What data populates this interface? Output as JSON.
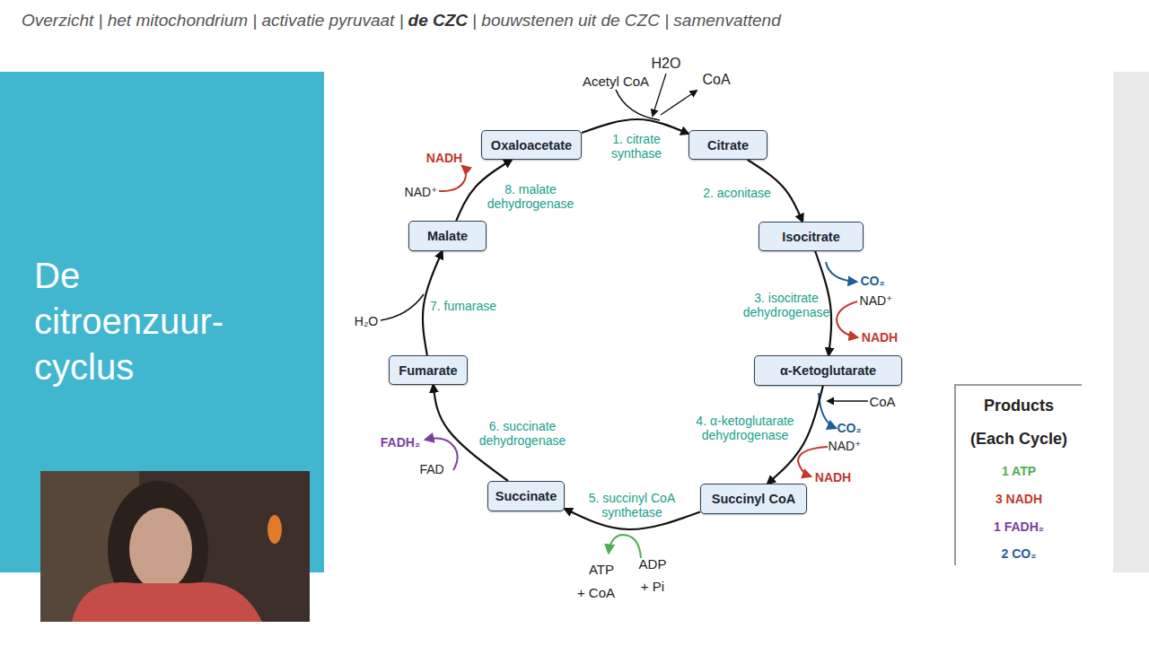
{
  "diagram": {
    "title": "De citroenzuur- cyclus",
    "nodes": [
      {
        "text": [
          "Oxaloacetate"
        ]
      },
      {
        "text": [
          "Citrate"
        ]
      },
      {
        "text": [
          "Isocitrate"
        ]
      },
      {
        "text": [
          "α-Ketoglutarate"
        ]
      },
      {
        "text": [
          "Succinyl CoA"
        ]
      },
      {
        "text": [
          "Succinate"
        ]
      },
      {
        "text": [
          "Fumarate"
        ]
      },
      {
        "text": [
          "Malate"
        ]
      },
      {
        "text": [
          "Products",
          "(Each Cycle)",
          "1 ATP",
          "3 NADH",
          "1 FADH₂",
          "2 CO₂"
        ]
      }
    ],
    "edges": [
      {
        "from": 0,
        "to": 1,
        "label": "1. citrate synthase",
        "arrow": "to"
      },
      {
        "from": 1,
        "to": 2,
        "label": "2. aconitase",
        "arrow": "to"
      },
      {
        "from": 2,
        "to": 3,
        "label": "3. isocitrate dehydrogenase",
        "arrow": "to"
      },
      {
        "from": 3,
        "to": 4,
        "label": "4. α-ketoglutarate dehydrogenase",
        "arrow": "to"
      },
      {
        "from": 4,
        "to": 5,
        "label": "5. succinyl CoA synthetase",
        "arrow": "to"
      },
      {
        "from": 5,
        "to": 6,
        "label": "6. succinate dehydrogenase",
        "arrow": "to"
      },
      {
        "from": 6,
        "to": 7,
        "label": "7. fumarase",
        "arrow": "to"
      },
      {
        "from": 7,
        "to": 0,
        "label": "8. malate dehydrogenase",
        "arrow": "to"
      }
    ],
    "labels": [
      "Overzicht | het mitochondrium | activatie pyruvaat |",
      "de CZC",
      "| bouwstenen uit de CZC | samenvattend",
      "Acetyl CoA",
      "H2O",
      "CoA",
      "CO₂",
      "NAD⁺",
      "NADH",
      "CoA",
      "CO₂",
      "NAD⁺",
      "NADH",
      "ATP",
      "+ CoA",
      "ADP",
      "+ Pi",
      "FADH₂",
      "FAD",
      "H₂O",
      "NADH",
      "NAD⁺"
    ]
  }
}
